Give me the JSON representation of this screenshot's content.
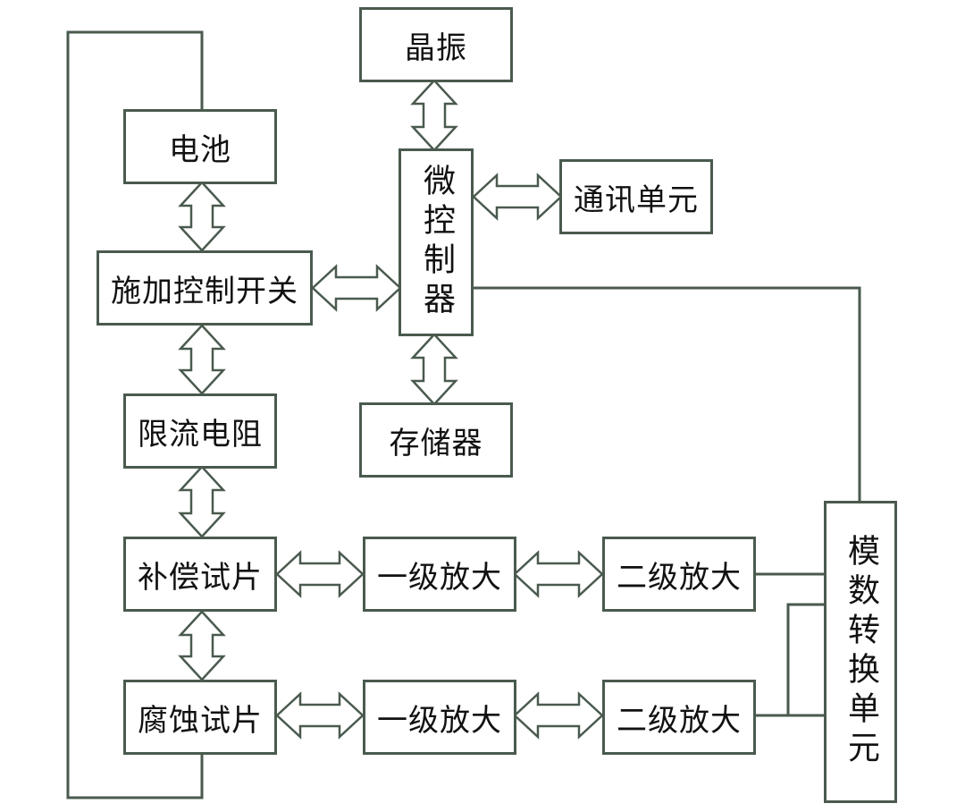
{
  "blocks": {
    "crystal": "晶振",
    "battery": "电池",
    "mcu": "微控制器",
    "comm": "通讯单元",
    "switch": "施加控制开关",
    "resistor": "限流电阻",
    "memory": "存储器",
    "comp_piece": "补偿试片",
    "comp_amp1": "一级放大",
    "comp_amp2": "二级放大",
    "corr_piece": "腐蚀试片",
    "corr_amp1": "一级放大",
    "corr_amp2": "二级放大",
    "adc": "模数转换单元"
  },
  "colors": {
    "line": "#4a5a4e",
    "fill": "#ffffff",
    "text": "#111111"
  }
}
